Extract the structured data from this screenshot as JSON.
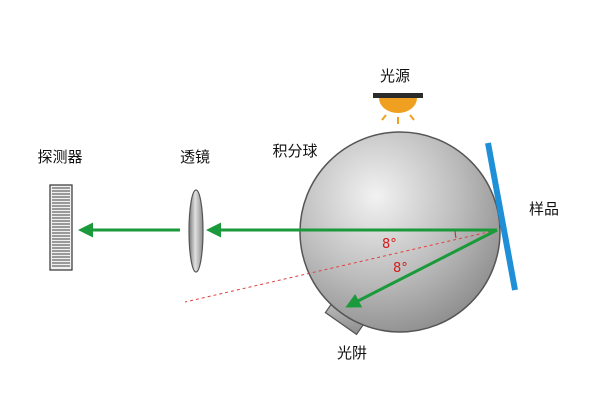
{
  "labels": {
    "light_source": "光源",
    "integrating_sphere": "积分球",
    "sample": "样品",
    "lens": "透镜",
    "detector": "探测器",
    "light_trap": "光阱"
  },
  "angles": {
    "upper": "8°",
    "lower": "8°"
  },
  "colors": {
    "beam": "#1a9a3a",
    "sample": "#1f90d8",
    "sphere": "#a8a8a8",
    "light_source": "#f0a020",
    "angle_text": "#d41c1c",
    "dashed_ray": "#e04040"
  }
}
